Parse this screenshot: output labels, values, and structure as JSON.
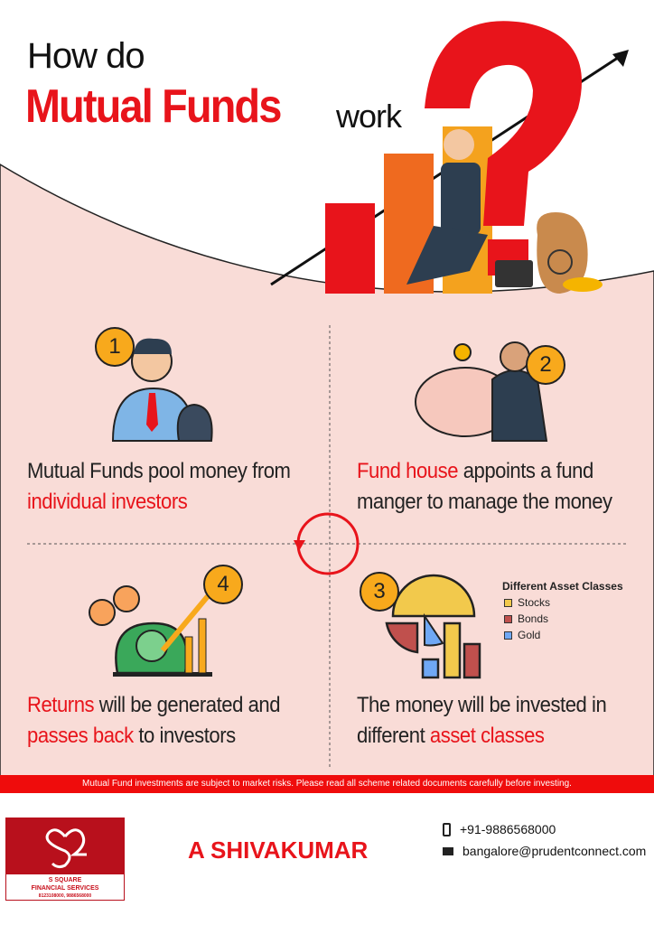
{
  "title": {
    "line1": "How do",
    "highlight": "Mutual Funds",
    "suffix": "work"
  },
  "steps": [
    {
      "number": "1",
      "text_before": "Mutual Funds pool money from ",
      "highlight": "individual investors",
      "text_after": ""
    },
    {
      "number": "2",
      "highlight": "Fund house",
      "text_after": " appoints a fund manger to manage the money"
    },
    {
      "number": "3",
      "text_before": "The money will be invested in different ",
      "highlight": "asset classes"
    },
    {
      "number": "4",
      "highlight": "Returns",
      "text_mid": " will be generated and ",
      "highlight2": "passes back",
      "text_after": " to investors"
    }
  ],
  "asset_legend": {
    "title": "Different Asset Classes",
    "items": [
      {
        "label": "Stocks",
        "color": "#f2c94c"
      },
      {
        "label": "Bonds",
        "color": "#c0504d"
      },
      {
        "label": "Gold",
        "color": "#6fa8f5"
      }
    ]
  },
  "disclaimer": "Mutual Fund investments are subject to market risks. Please read all scheme related documents carefully before investing.",
  "footer": {
    "logo": {
      "name": "S SQUARE",
      "sub": "FINANCIAL SERVICES",
      "phones": "8123108000, 9886568000"
    },
    "advisor": "A SHIVAKUMAR",
    "phone": "+91-9886568000",
    "email": "bangalore@prudentconnect.com"
  },
  "colors": {
    "accent": "#e8141b",
    "background": "#f9dcd7",
    "badge": "#f8a91c"
  }
}
